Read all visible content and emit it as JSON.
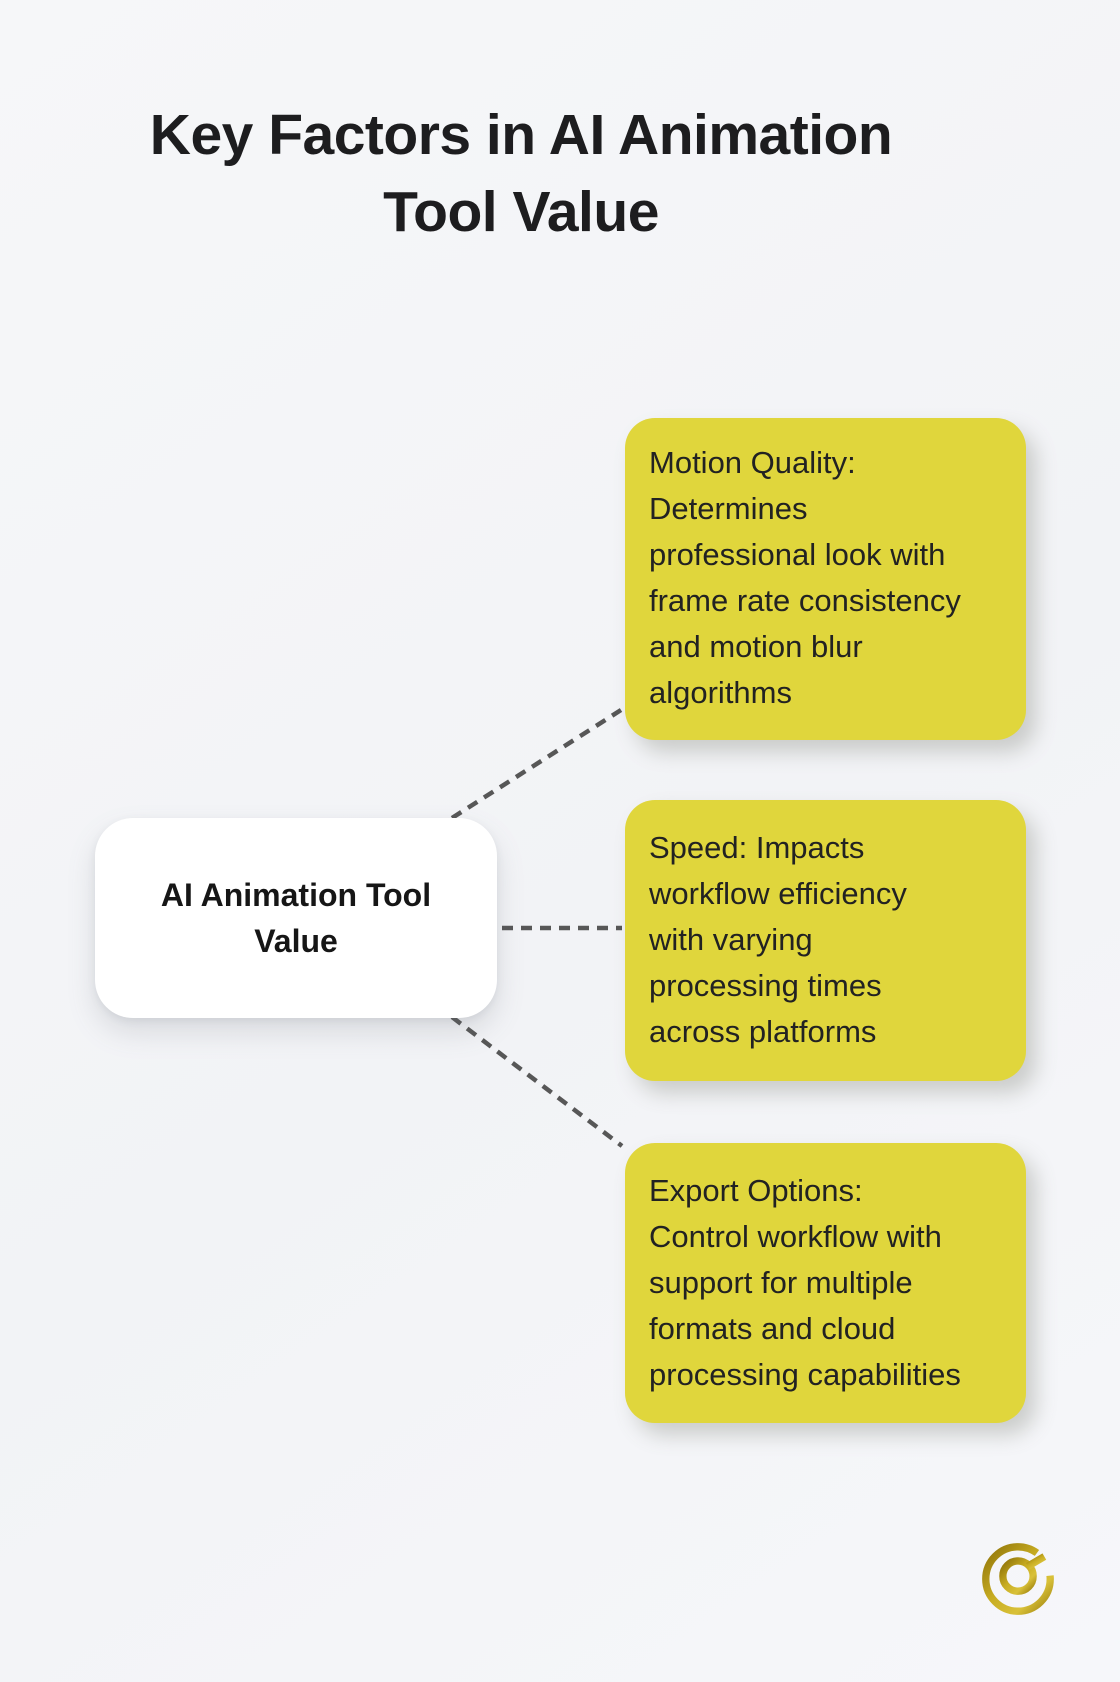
{
  "title": {
    "text": "Key Factors in AI Animation\nTool Value"
  },
  "center_node": {
    "label": "AI Animation Tool\nValue"
  },
  "factors": [
    {
      "name": "Motion Quality",
      "text": "Motion Quality:\nDetermines\nprofessional look with\nframe rate consistency\nand motion blur\nalgorithms"
    },
    {
      "name": "Speed",
      "text": "Speed: Impacts\nworkflow efficiency\nwith varying\nprocessing times\nacross platforms"
    },
    {
      "name": "Export Options",
      "text": "Export Options:\nControl workflow with\nsupport for multiple\nformats and cloud\nprocessing capabilities"
    }
  ],
  "icons": {
    "logo": "gold-q-logo"
  },
  "colors": {
    "background": "#f4f5f7",
    "factor_fill": "#e0d63c",
    "node_fill": "#ffffff",
    "connector": "#575757",
    "title_text": "#1d1d1f",
    "body_text": "#222222",
    "logo_gold_dark": "#8f7309",
    "logo_gold_light": "#d9c139"
  }
}
